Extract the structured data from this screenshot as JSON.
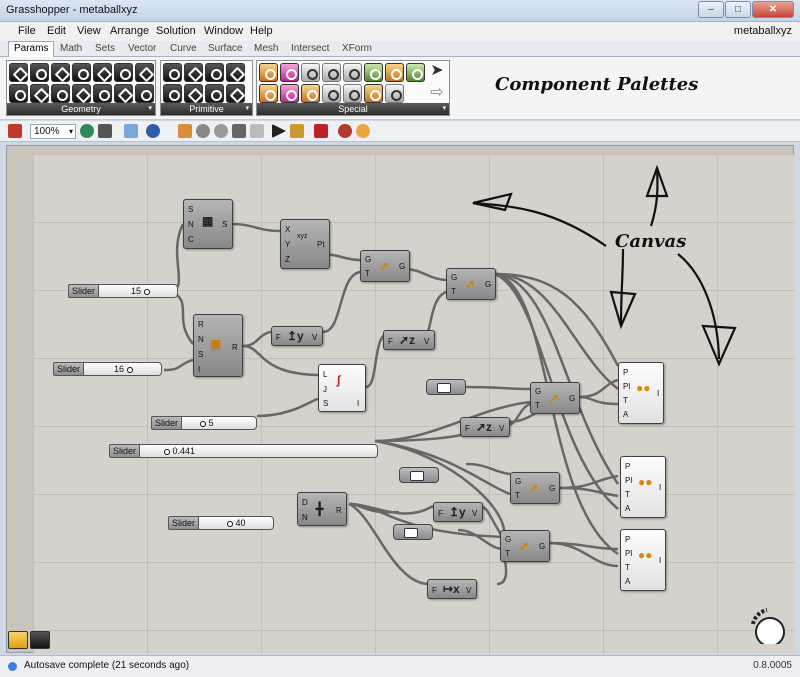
{
  "window": {
    "title": "Grasshopper - metaballxyz",
    "document": "metaballxyz"
  },
  "menu": [
    "File",
    "Edit",
    "View",
    "Arrange",
    "Solution",
    "Window",
    "Help"
  ],
  "tabs": [
    "Params",
    "Math",
    "Sets",
    "Vector",
    "Curve",
    "Surface",
    "Mesh",
    "Intersect",
    "XForm"
  ],
  "active_tab": "Params",
  "palette_groups": {
    "geometry": "Geometry",
    "primitive": "Primitive",
    "special": "Special"
  },
  "annotations": {
    "palettes": "Component Palettes",
    "canvas": "Canvas"
  },
  "toolbar": {
    "zoom": "100%"
  },
  "components": {
    "sds": {
      "inputs": [
        "S",
        "N",
        "C"
      ],
      "output": "S"
    },
    "pt": {
      "inputs": [
        "X",
        "Y",
        "Z"
      ],
      "output": "Pt",
      "icon": "xyz"
    },
    "rnd": {
      "inputs": [
        "R",
        "N",
        "S",
        "I"
      ],
      "output": "R"
    },
    "graph": {
      "inputs": [
        "L",
        "J",
        "S"
      ],
      "output": "I"
    },
    "vy1": {
      "input": "F",
      "output": "V"
    },
    "vz1": {
      "input": "F",
      "output": "V"
    },
    "vz2": {
      "input": "F",
      "output": "V"
    },
    "vy2": {
      "input": "F",
      "output": "V"
    },
    "vx": {
      "input": "F",
      "output": "V"
    },
    "mv": {
      "inputs": [
        "G",
        "T"
      ],
      "output": "G"
    },
    "div": {
      "inputs": [
        "D",
        "N"
      ],
      "output": "R"
    },
    "mb": {
      "inputs": [
        "P",
        "Pl",
        "T",
        "A"
      ],
      "output": "I"
    }
  },
  "sliders": [
    {
      "label": "Slider",
      "value": "15"
    },
    {
      "label": "Slider",
      "value": "16"
    },
    {
      "label": "Slider",
      "value": "5"
    },
    {
      "label": "Slider",
      "value": "0.441"
    },
    {
      "label": "Slider",
      "value": "40"
    }
  ],
  "status": {
    "message": "Autosave complete (21 seconds ago)",
    "version": "0.8.0005"
  }
}
